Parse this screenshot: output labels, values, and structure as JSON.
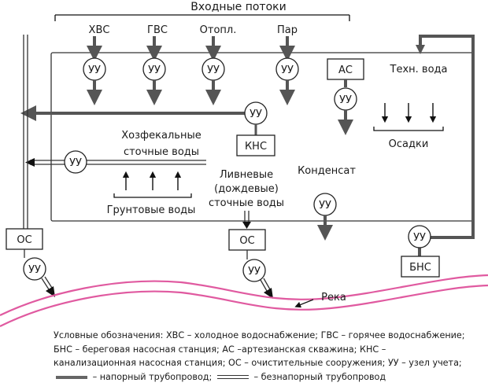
{
  "header": {
    "title": "Входные потоки"
  },
  "inputs": [
    {
      "label": "ХВС",
      "meter": "УУ"
    },
    {
      "label": "ГВС",
      "meter": "УУ"
    },
    {
      "label": "Отопл.",
      "meter": "УУ"
    },
    {
      "label": "Пар",
      "meter": "УУ"
    }
  ],
  "well": {
    "label": "АС",
    "meter": "УУ"
  },
  "tech_water": {
    "label": "Техн. вода"
  },
  "sediments": {
    "label": "Осадки"
  },
  "kns": {
    "label": "КНС",
    "meter": "УУ"
  },
  "household": {
    "line1": "Хозфекальные",
    "line2": "сточные воды",
    "meter": "УУ"
  },
  "ground_water": {
    "label": "Грунтовые воды"
  },
  "storm": {
    "line1": "Ливневые",
    "line2": "(дождевые)",
    "line3": "сточные воды"
  },
  "condensate": {
    "label": "Конденсат",
    "meter": "УУ"
  },
  "bns": {
    "label": "БНС",
    "meter": "УУ"
  },
  "treatment": [
    {
      "label": "ОС",
      "meter": "УУ"
    },
    {
      "label": "ОС",
      "meter": "УУ"
    }
  ],
  "river": {
    "label": "Река"
  },
  "legend": {
    "part1": "Условные обозначения: ХВС – холодное водоснабжение; ГВС – горячее водоснабжение; БНС – береговая насосная станция; АС –артезианская скважина; КНС – канализационная насосная станция; ОС – очистительные сооружения; УУ – узел учета;",
    "part2": "– напорный трубопровод;",
    "part3": "– безнапорный трубопровод"
  }
}
